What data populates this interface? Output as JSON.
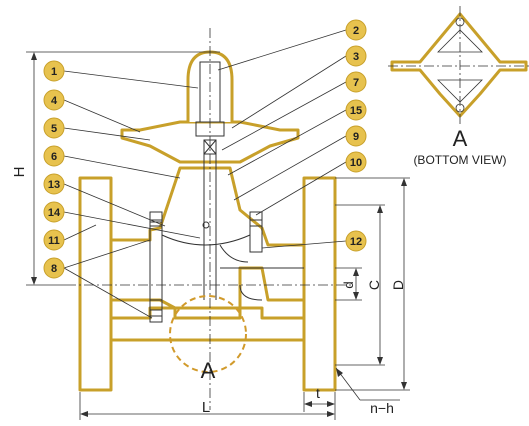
{
  "colors": {
    "gold": "#C8A02A",
    "line": "#333333",
    "dash": "#D19A2B",
    "badge_fill": "#E7C24E",
    "background": "#FFFFFF"
  },
  "callouts": [
    {
      "label": "1"
    },
    {
      "label": "2"
    },
    {
      "label": "3"
    },
    {
      "label": "4"
    },
    {
      "label": "5"
    },
    {
      "label": "6"
    },
    {
      "label": "7"
    },
    {
      "label": "8"
    },
    {
      "label": "9"
    },
    {
      "label": "10"
    },
    {
      "label": "11"
    },
    {
      "label": "12"
    },
    {
      "label": "13"
    },
    {
      "label": "14"
    },
    {
      "label": "15"
    }
  ],
  "dimensions": {
    "H": "H",
    "L": "L",
    "D": "D",
    "C": "C",
    "d": "d",
    "t": "t",
    "n_h": "n−h"
  },
  "section_label": "A",
  "bottom_view": {
    "letter": "A",
    "caption": "(BOTTOM VIEW)"
  }
}
